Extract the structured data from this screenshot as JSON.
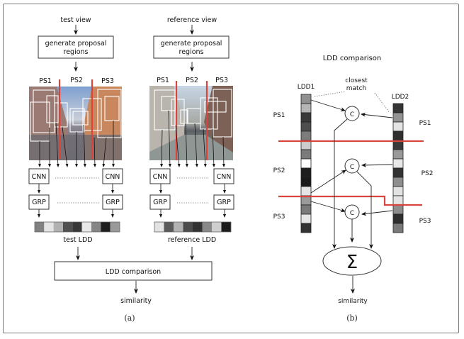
{
  "panel_a": {
    "test_view_label": "test view",
    "reference_view_label": "reference view",
    "proposal_box_line1": "generate proposal",
    "proposal_box_line2": "regions",
    "ps_labels": [
      "PS1",
      "PS2",
      "PS3"
    ],
    "cnn_label": "CNN",
    "grp_label": "GRP",
    "test_ldd_label": "test LDD",
    "reference_ldd_label": "reference LDD",
    "test_ldd_cells": [
      "#808080",
      "#e4e4e4",
      "#b0b0b0",
      "#505050",
      "#383838",
      "#e8e8e8",
      "#858585",
      "#1e1e1e",
      "#9a9a9a"
    ],
    "reference_ldd_cells": [
      "#e2e2e2",
      "#5a5a5a",
      "#b2b2b2",
      "#4c4c4c",
      "#333333",
      "#888888",
      "#cfcfcf",
      "#1c1c1c"
    ],
    "comparison_label": "LDD comparison",
    "output_label": "similarity",
    "caption": "(a)"
  },
  "panel_b": {
    "title": "LDD comparison",
    "ldd1_label": "LDD1",
    "ldd2_label": "LDD2",
    "annotation_line1": "closest",
    "annotation_line2": "match",
    "ps_left": [
      "PS1",
      "PS2",
      "PS3"
    ],
    "ps_right": [
      "PS1",
      "PS2",
      "PS3"
    ],
    "compare_node_label": "C",
    "sum_symbol": "Σ",
    "ldd1_cells": [
      "#8f8f8f",
      "#b5b5b5",
      "#3a3a3a",
      "#4d4d4d",
      "#7c7c7c",
      "#cdcdcd",
      "#7a7a7a",
      "#ffffff",
      "#1e1e1e",
      "#1a1a1a",
      "#e4e4e4",
      "#9a9a9a",
      "#7a7a7a",
      "#e6e6e6",
      "#333333"
    ],
    "ldd2_cells": [
      "#353535",
      "#939393",
      "#e4e4e4",
      "#303030",
      "#3a3a3a",
      "#999999",
      "#e8e8e8",
      "#333333",
      "#8e8e8e",
      "#e2e2e2",
      "#e4e4e4",
      "#8e8e8e",
      "#2f2f2f",
      "#7a7a7a"
    ],
    "output_label": "similarity",
    "caption": "(b)"
  },
  "colors": {
    "partition_line": "#d9443f",
    "stroke": "#222222"
  }
}
